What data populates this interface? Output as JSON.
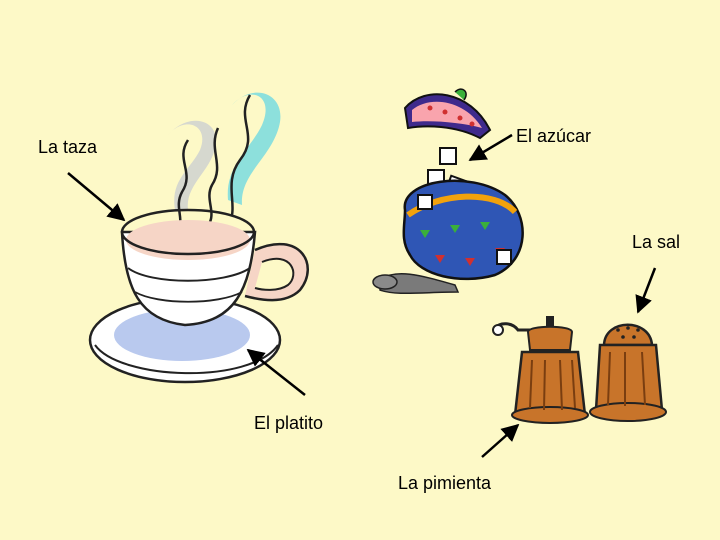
{
  "slide": {
    "labels": {
      "cup": "La taza",
      "sugar": "El azúcar",
      "salt": "La sal",
      "saucer": "El platito",
      "pepper": "La pimienta"
    },
    "colors": {
      "background": "#fdf9c7",
      "steam_teal": "#8de0dc",
      "steam_gray": "#d6d8cf",
      "tea_pink": "#f6d5c6",
      "saucer_blue": "#b9c9ee",
      "sugar_bowl_blue": "#2f56b5",
      "lid_purple": "#3f2a8c",
      "shaker_copper": "#c8742a"
    },
    "icons": [
      "teacup-clipart",
      "sugar-bowl-clipart",
      "pepper-mill-clipart",
      "salt-shaker-clipart",
      "arrow"
    ]
  }
}
